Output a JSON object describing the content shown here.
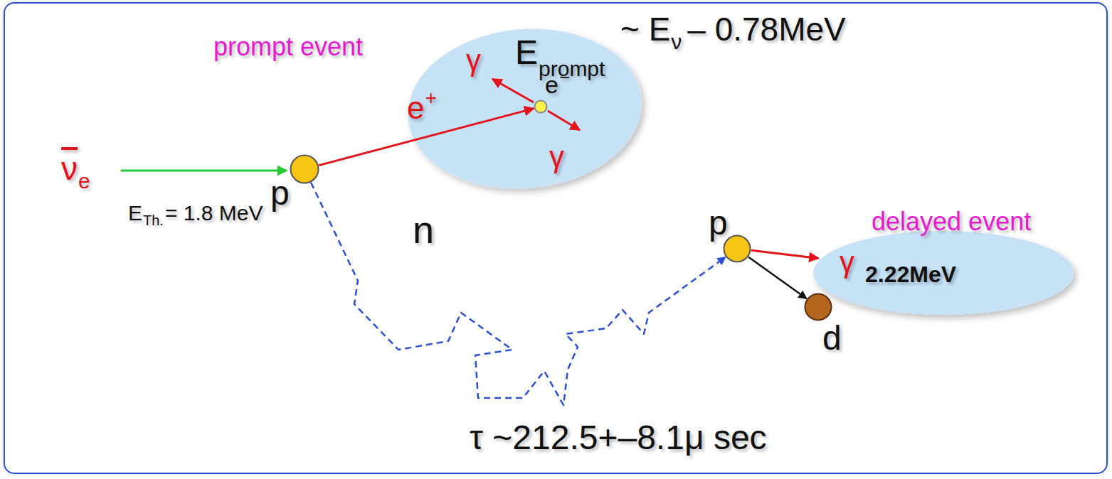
{
  "diagram": {
    "nodes": [
      {
        "text": [
          "E",
          "prompt"
        ]
      },
      {
        "text": [
          "e",
          "−"
        ],
        "in": 0
      },
      {
        "text": [
          "p"
        ]
      },
      {
        "text": [
          "γ",
          "2.22MeV"
        ]
      },
      {
        "text": [
          "p"
        ]
      },
      {
        "text": [
          "d"
        ]
      }
    ],
    "edges": [
      {
        "from": 2,
        "to": 1,
        "arrow": "to"
      },
      {
        "from": 2,
        "to": 4,
        "arrow": "to"
      },
      {
        "from": 4,
        "to": 3,
        "arrow": "to"
      },
      {
        "from": 4,
        "to": 5,
        "arrow": "to"
      }
    ],
    "labels": [
      "prompt event",
      "~ E",
      "ν",
      "– 0.78MeV",
      "γ",
      "γ",
      "e",
      "+",
      "ν",
      "e",
      "E",
      "Th.",
      "= 1.8 MeV",
      "n",
      "delayed event",
      "τ ~212.5+–8.1μ sec"
    ]
  }
}
